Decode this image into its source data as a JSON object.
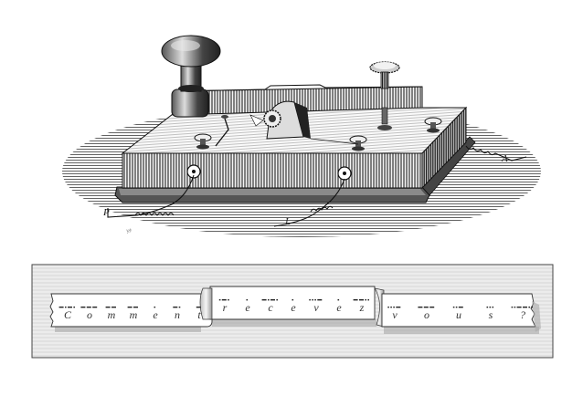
{
  "figure": {
    "subject": "Telegraph key (Morse manipulator) engraving",
    "terminal_labels": {
      "left": "P",
      "middle": "L",
      "right": "A"
    },
    "engraver_signature": "ᵛ⁄ʸ"
  },
  "tape": {
    "segments": [
      {
        "word": "Comment",
        "letters": [
          {
            "char": "C",
            "code": "-.-."
          },
          {
            "char": "o",
            "code": "---"
          },
          {
            "char": "m",
            "code": "--"
          },
          {
            "char": "m",
            "code": "--"
          },
          {
            "char": "e",
            "code": "."
          },
          {
            "char": "n",
            "code": "-."
          },
          {
            "char": "t",
            "code": "-"
          }
        ]
      },
      {
        "word": "recevez",
        "letters": [
          {
            "char": "r",
            "code": ".-."
          },
          {
            "char": "e",
            "code": "."
          },
          {
            "char": "c",
            "code": "-.-."
          },
          {
            "char": "e",
            "code": "."
          },
          {
            "char": "v",
            "code": "...-"
          },
          {
            "char": "e",
            "code": "."
          },
          {
            "char": "z",
            "code": "--.."
          }
        ]
      },
      {
        "word": "vous",
        "letters": [
          {
            "char": "v",
            "code": "...-"
          },
          {
            "char": "o",
            "code": "---"
          },
          {
            "char": "u",
            "code": "..-"
          },
          {
            "char": "s",
            "code": "..."
          },
          {
            "char": "?",
            "code": "..--.."
          }
        ]
      }
    ],
    "message": "Comment recevez vous ?"
  },
  "colors": {
    "ink": "#1a1a1a",
    "paper": "#ffffff",
    "tray": "#e6e6e6",
    "shade": "#9a9a9a"
  }
}
